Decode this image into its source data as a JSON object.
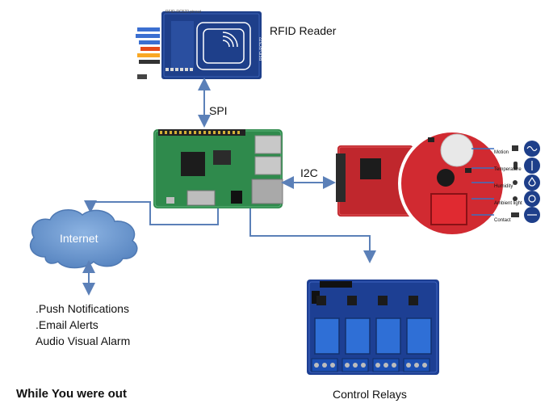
{
  "labels": {
    "rfid_reader": "RFID Reader",
    "spi": "SPI",
    "i2c": "I2C",
    "internet": "Internet",
    "control_relays": "Control Relays",
    "footer": "While You were out"
  },
  "notifications": [
    ".Push Notifications",
    ".Email Alerts",
    "Audio Visual Alarm"
  ],
  "rfid_module": {
    "header_text": "RFID-RC522 pinout",
    "antenna_text": "RFID-RC522"
  },
  "sensor_board": {
    "sensors": [
      "Motion",
      "Temperature",
      "Humidity",
      "Ambient light",
      "Contact"
    ]
  },
  "colors": {
    "arrow": "#5b80b8",
    "cloud": "#6e9bd1",
    "pi_board": "#2f8a4c",
    "rfid_board": "#1e3f8a",
    "sensor_board": "#c0272d",
    "relay_board": "#1d3f93"
  }
}
